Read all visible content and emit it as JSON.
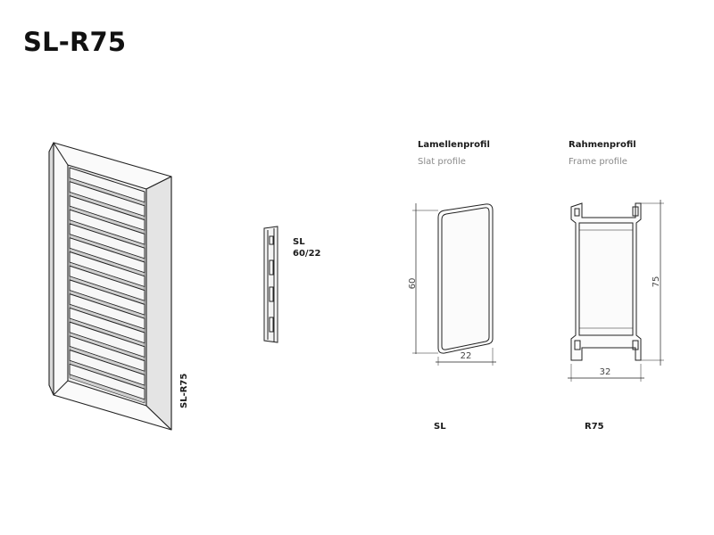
{
  "title": "SL-R75",
  "shutter": {
    "vertical_label": "SL-R75"
  },
  "slat_section": {
    "line1": "SL",
    "line2": "60/22"
  },
  "slat_profile": {
    "heading_de": "Lamellenprofil",
    "heading_en": "Slat profile",
    "dim_height": "60",
    "dim_width": "22",
    "code": "SL"
  },
  "frame_profile": {
    "heading_de": "Rahmenprofil",
    "heading_en": "Frame profile",
    "dim_height": "75",
    "dim_width": "32",
    "code": "R75"
  }
}
